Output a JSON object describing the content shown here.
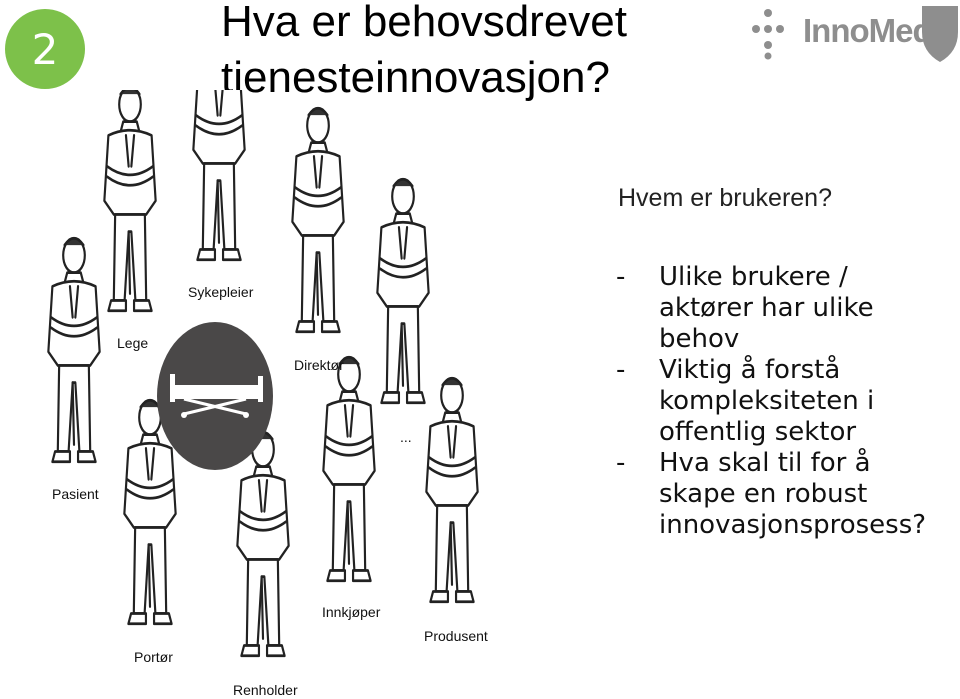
{
  "slide": {
    "number": "2",
    "title_lines": [
      "Hva er behovsdrevet",
      "tjenesteinnovasjon?"
    ],
    "logo_text": "InnoMed",
    "subheading": "Hvem er brukeren?",
    "bullets": [
      {
        "dash": "-",
        "lines": [
          "Ulike brukere /",
          "aktører har ulike",
          "behov"
        ]
      },
      {
        "dash": "-",
        "lines": [
          "Viktig å forstå",
          "kompleksiteten i",
          "offentlig sektor"
        ]
      },
      {
        "dash": "-",
        "lines": [
          "Hva skal til for å",
          "skape en robust",
          "innovasjonsprosess?"
        ]
      }
    ]
  },
  "diagram": {
    "roles": [
      "Pasient",
      "Lege",
      "Sykepleier",
      "Direktør",
      "...",
      "Produsent",
      "Innkjøper",
      "Renholder",
      "Portør"
    ],
    "center_icon": "hospital-bed-icon"
  },
  "colors": {
    "badge": "#7dc14a",
    "logo": "#8e8e8e",
    "bed_circle": "#4a4848"
  }
}
